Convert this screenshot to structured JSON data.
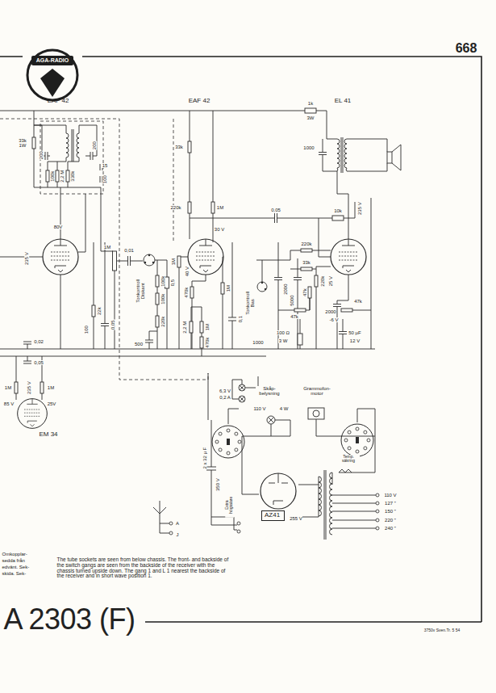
{
  "diagram": {
    "title": "A 2303 (F)",
    "nodes": [
      {
        "text": [
          "AGA-RADIO"
        ]
      },
      {
        "text": [
          "AZ41"
        ]
      }
    ],
    "labels": [
      "668",
      "EAF 42",
      "EAF 42",
      "EL 41",
      "33k 1W",
      "200",
      "200",
      "15",
      "100",
      "100k",
      "2,2 M",
      "330k",
      "80V",
      "235 V",
      "1M",
      "0,01",
      "Tonkontroll Diskant",
      "100k",
      "100k",
      "0,5",
      "220k",
      "500",
      "22k",
      "100",
      "0,05",
      "0,02",
      "0,05",
      "1M",
      "1M",
      "235 V",
      "85 V",
      "25V",
      "EM 34",
      "33k",
      "220k",
      "1M",
      "30 V",
      "40 V",
      "1M",
      "470k",
      "1M",
      "0,1",
      "2,2 M",
      "1M",
      "470k",
      "1000",
      "1k",
      "3W",
      "1000",
      "235 V",
      "0,05",
      "10k",
      "220k",
      "33k",
      "Tonkontroll Bas",
      "2000",
      "5000",
      "47k",
      "220k",
      "25 V",
      "47k",
      "47k",
      "2000",
      "-6 V",
      "100 Ω",
      "3 W",
      "50 µF",
      "12 V",
      "6,3 V",
      "0,2 A",
      "Skåp- belysning",
      "110 V",
      "4 W",
      "Grammofon- motor",
      "Temp. säkring",
      "2 x 32 µ F",
      "350 V",
      "Extra högtalare",
      "255 V",
      "110 V",
      "127 \"",
      "150 \"",
      "220 \"",
      "240 \"",
      "A",
      "J",
      "Omkopplar-",
      "sedda från",
      "edvänt. Sek-",
      "skida. Sek-",
      "The tube sockets are seen from below chassis. The front- and backside of the switch gangs are seen from the backside of the receiver with the chassis turned upside down. The gang 1 and L 1 nearest the backside of the receiver and in short wave position 1.",
      "3750v Sven.Tr. 5 54"
    ]
  }
}
